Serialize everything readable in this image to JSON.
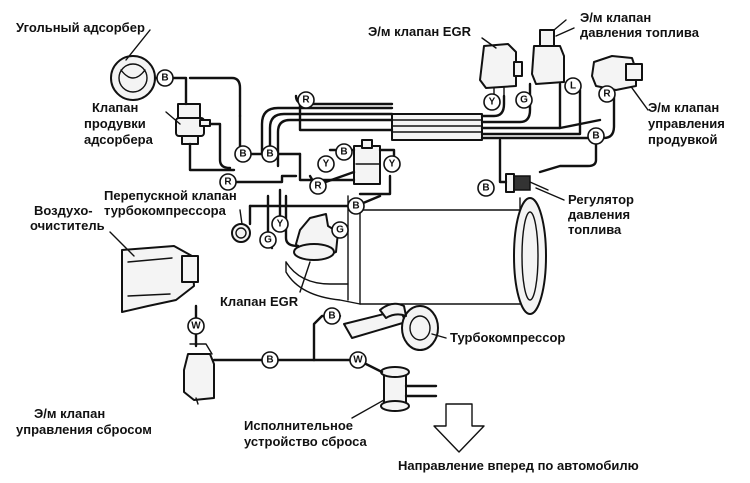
{
  "labels": {
    "carbon_canister": "Угольный адсорбер",
    "purge_valve_1": "Клапан",
    "purge_valve_2": "продувки",
    "purge_valve_3": "адсорбера",
    "egr_solenoid": "Э/м клапан EGR",
    "fuel_pressure_solenoid_1": "Э/м клапан",
    "fuel_pressure_solenoid_2": "давления топлива",
    "purge_control_solenoid_1": "Э/м клапан",
    "purge_control_solenoid_2": "управления",
    "purge_control_solenoid_3": "продувкой",
    "bypass_valve_1": "Перепускной клапан",
    "bypass_valve_2": "турбокомпрессора",
    "air_cleaner_1": "Воздухо-",
    "air_cleaner_2": "очиститель",
    "fuel_regulator_1": "Регулятор",
    "fuel_regulator_2": "давления",
    "fuel_regulator_3": "топлива",
    "egr_valve": "Клапан EGR",
    "turbocharger": "Турбокомпрессор",
    "wastegate_solenoid_1": "Э/м клапан",
    "wastegate_solenoid_2": "управления сбросом",
    "wastegate_actuator_1": "Исполнительное",
    "wastegate_actuator_2": "устройство сброса",
    "forward_direction": "Направление вперед по автомобилю"
  },
  "hose_tags": {
    "b": "B",
    "r": "R",
    "y": "Y",
    "g": "G",
    "l": "L",
    "w": "W"
  },
  "colors": {
    "line": "#111111",
    "background": "#ffffff"
  }
}
